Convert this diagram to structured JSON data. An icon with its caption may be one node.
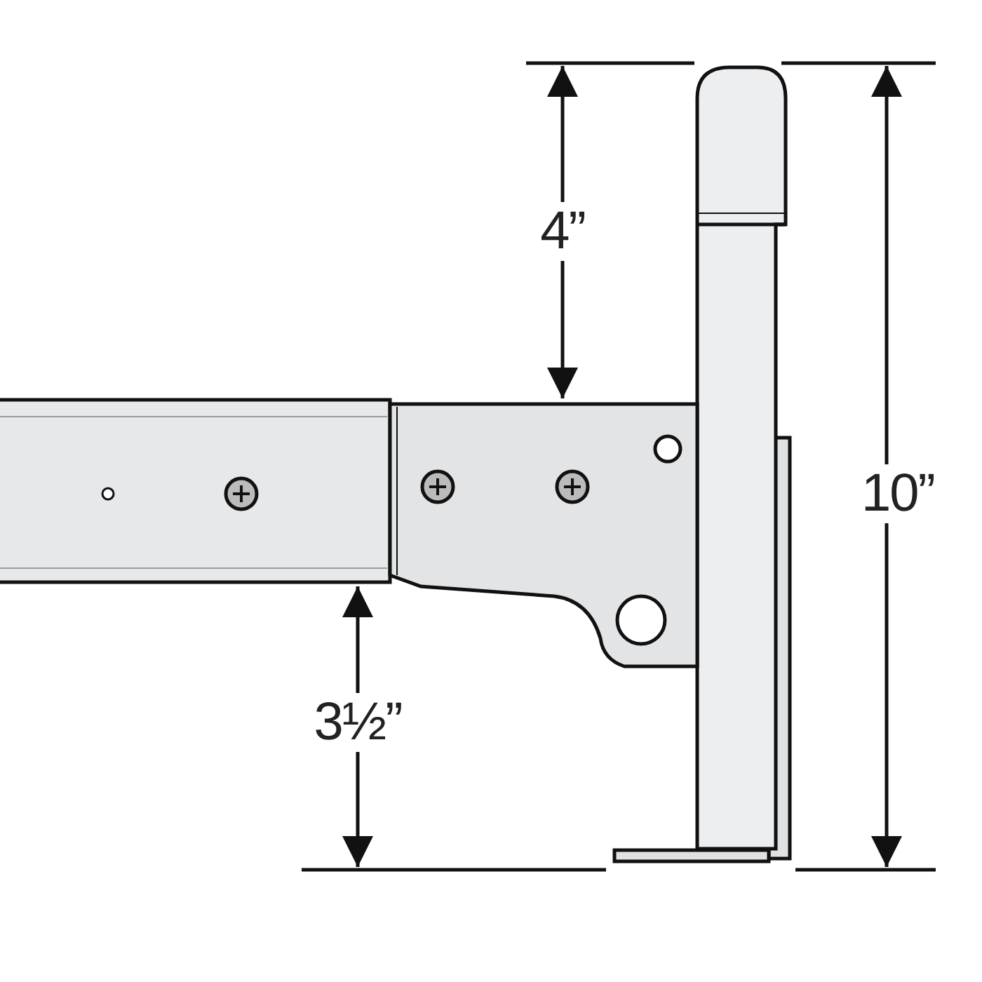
{
  "diagram": {
    "labels": [
      "4”",
      "10”",
      "3½”"
    ]
  }
}
